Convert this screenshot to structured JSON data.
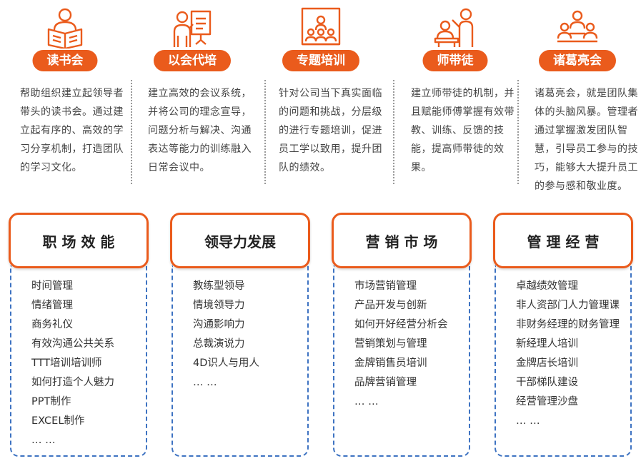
{
  "methods": [
    {
      "icon": "reading-person-icon",
      "label": "读书会",
      "desc": "帮助组织建立起领导者带头的读书会。通过建立起有序的、高效的学习分享机制，打造团队的学习文化。"
    },
    {
      "icon": "presenter-board-icon",
      "label": "以会代培",
      "desc": "建立高效的会议系统，并将公司的理念宣导，问题分析与解决、沟通表达等能力的训练融入日常会议中。"
    },
    {
      "icon": "classroom-screen-icon",
      "label": "专题培训",
      "desc": "针对公司当下真实面临的问题和挑战，分层级的进行专题培训，促进员工学以致用，提升团队的绩效。"
    },
    {
      "icon": "mentor-apprentice-icon",
      "label": "师带徒",
      "desc": "建立师带徒的机制，并且赋能师傅掌握有效带教、训练、反馈的技能，提高师带徒的效果。"
    },
    {
      "icon": "team-meeting-icon",
      "label": "诸葛亮会",
      "desc": "诸葛亮会，就是团队集体的头脑风暴。管理者通过掌握激发团队智慧，引导员工参与的技巧，能够大大提升员工的参与感和敬业度。"
    }
  ],
  "categories": [
    {
      "title": "职 场 效 能",
      "items": [
        "时间管理",
        "情绪管理",
        "商务礼仪",
        "有效沟通公共关系",
        "TTT培训培训师",
        "如何打造个人魅力",
        "PPT制作",
        "EXCEL制作",
        "… …"
      ]
    },
    {
      "title": "领导力发展",
      "items": [
        "教练型领导",
        "情境领导力",
        "沟通影响力",
        "总裁演说力",
        "4D识人与用人",
        "… …"
      ]
    },
    {
      "title": "营 销 市 场",
      "items": [
        "市场营销管理",
        "产品开发与创新",
        "如何开好经营分析会",
        "营销策划与管理",
        "金牌销售员培训",
        "品牌营销管理",
        "… …"
      ]
    },
    {
      "title": "管 理 经 营",
      "items": [
        "卓越绩效管理",
        "非人资部门人力管理课",
        "非财务经理的财务管理",
        "新经理人培训",
        "金牌店长培训",
        "干部梯队建设",
        "经营管理沙盘",
        "… …"
      ]
    }
  ],
  "colors": {
    "accent": "#ea5b1c",
    "dashed_border": "#3e73c2"
  }
}
